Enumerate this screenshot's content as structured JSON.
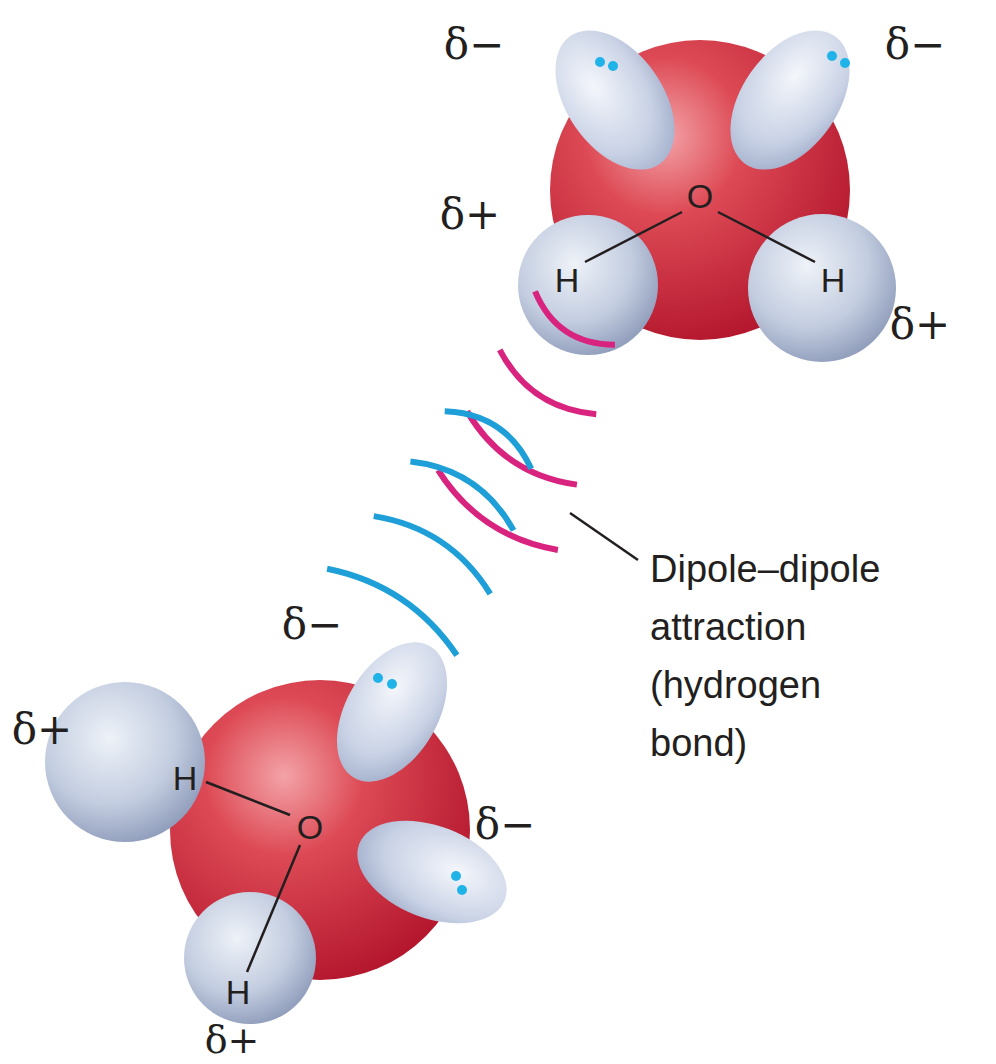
{
  "diagram": {
    "labels": [
      "δ−",
      "δ−",
      "δ+",
      "O",
      "H",
      "H",
      "δ+",
      "Dipole–dipole attraction (hydrogen bond)",
      "δ−",
      "δ+",
      "H",
      "O",
      "δ−",
      "H",
      "δ+"
    ]
  }
}
